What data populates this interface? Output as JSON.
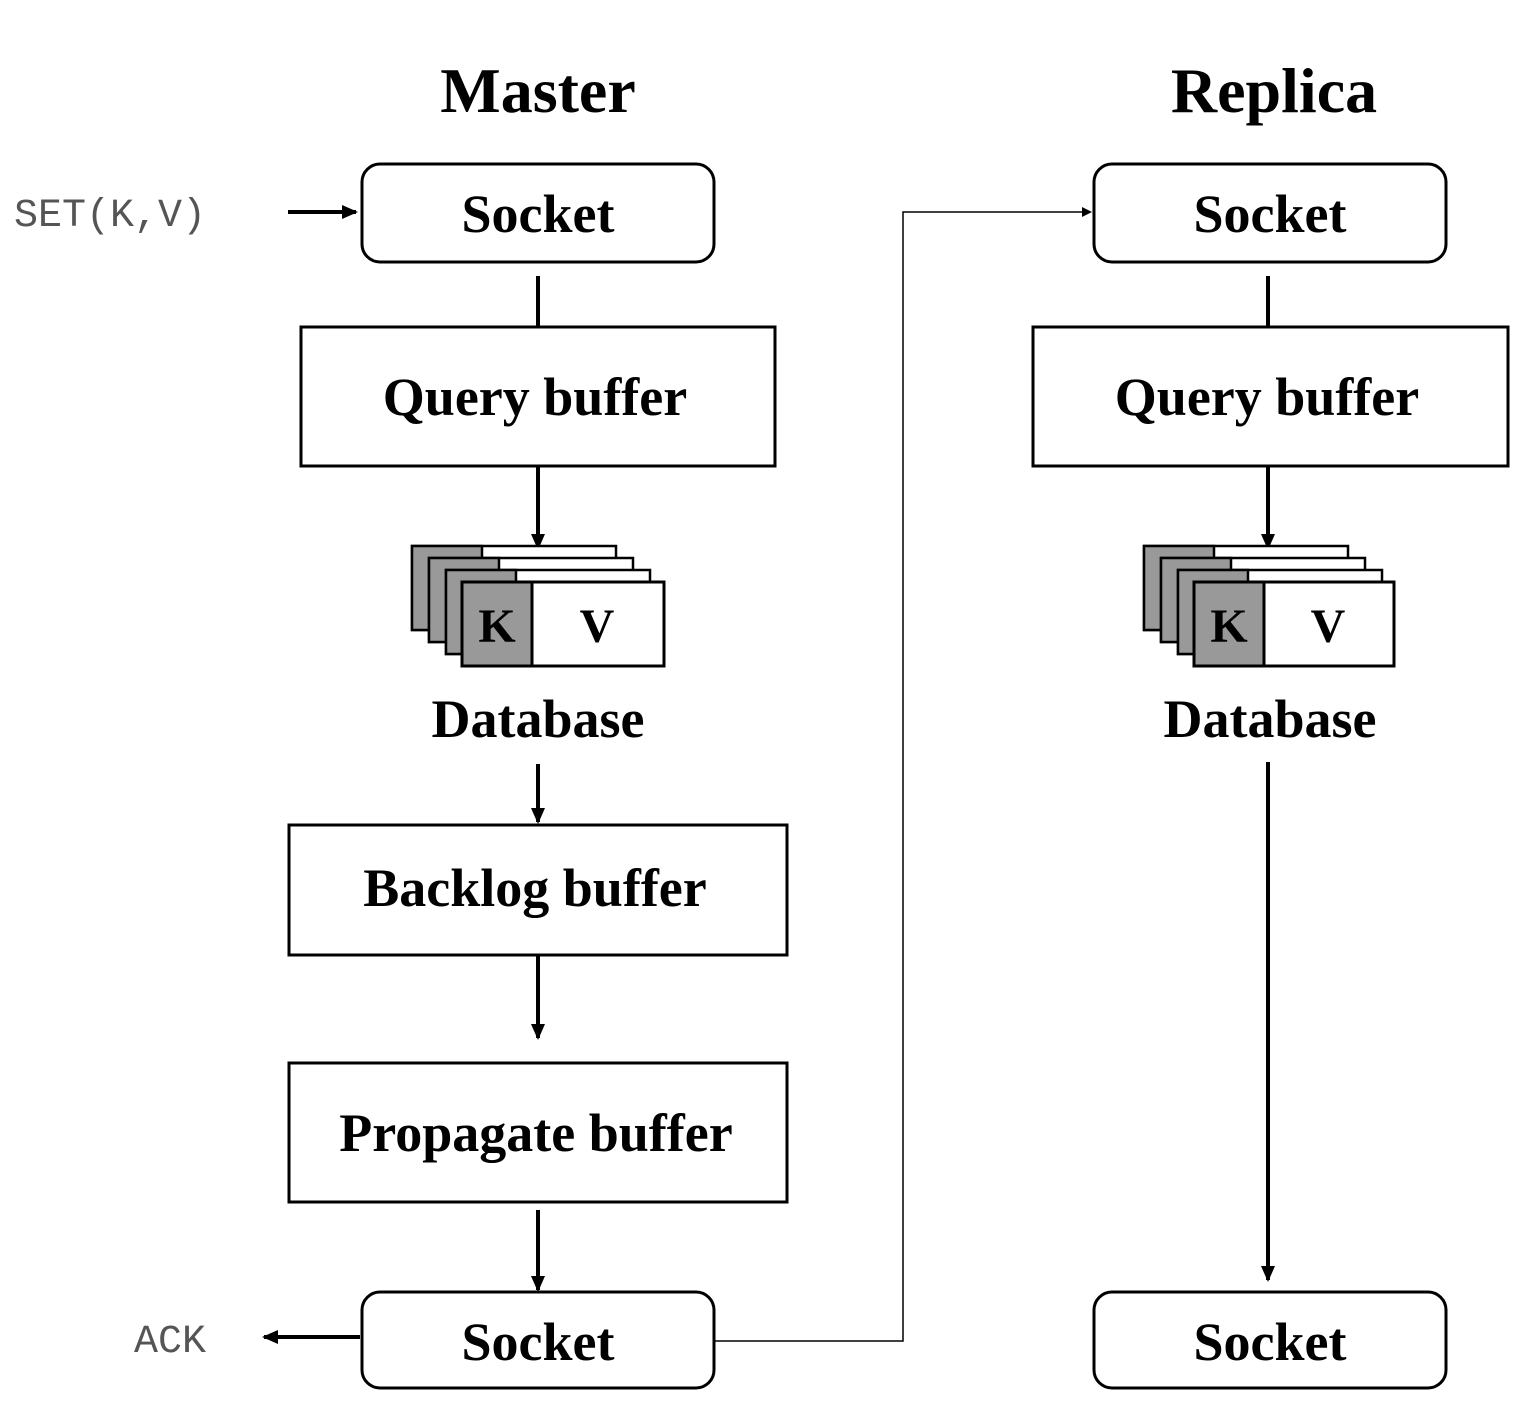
{
  "master": {
    "title": "Master",
    "input_label": "SET(K,V)",
    "ack_label": "ACK",
    "socket_top": "Socket",
    "query_buffer": "Query buffer",
    "db_key": "K",
    "db_value": "V",
    "database": "Database",
    "backlog_buffer": "Backlog buffer",
    "propagate_buffer": "Propagate buffer",
    "socket_bottom": "Socket"
  },
  "replica": {
    "title": "Replica",
    "socket_top": "Socket",
    "query_buffer": "Query buffer",
    "db_key": "K",
    "db_value": "V",
    "database": "Database",
    "socket_bottom": "Socket"
  },
  "colors": {
    "key_fill": "#999999",
    "line": "#000000",
    "mono_text": "#555555"
  }
}
